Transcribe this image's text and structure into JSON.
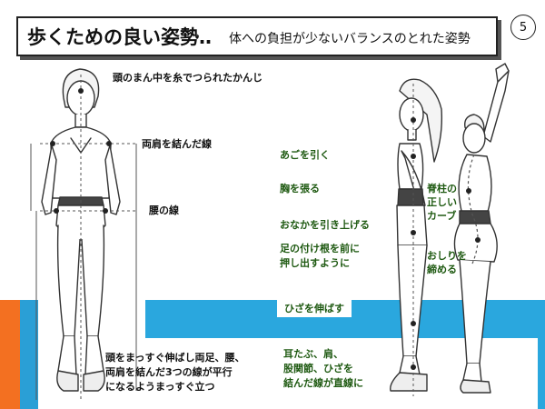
{
  "header": {
    "title": "歩くための良い姿勢‥",
    "subtitle": "体への負担が少ないバランスのとれた姿勢",
    "page_number": "5"
  },
  "front_labels": {
    "head_string": "頭のまん中を糸でつられたかんじ",
    "shoulder_line": "両肩を結んだ線",
    "waist_line": "腰の線",
    "stand_note_1": "頭をまっすぐ伸ばし両足、腰、",
    "stand_note_2": "両肩を結んだ3つの線が平行",
    "stand_note_3": "になるようまっすぐ立つ"
  },
  "side_labels": {
    "chin": "あごを引く",
    "chest": "胸を張る",
    "belly": "おなかを引き上げる",
    "legs_1": "足の付け根を前に",
    "legs_2": "押し出すように",
    "knees": "ひざを伸ばす",
    "line_1": "耳たぶ、肩、",
    "line_2": "股関節、ひざを",
    "line_3": "結んだ線が直線に"
  },
  "back_labels": {
    "spine_1": "脊柱の",
    "spine_2": "正しい",
    "spine_3": "カーブ",
    "hips_1": "おしりを",
    "hips_2": "締める"
  }
}
